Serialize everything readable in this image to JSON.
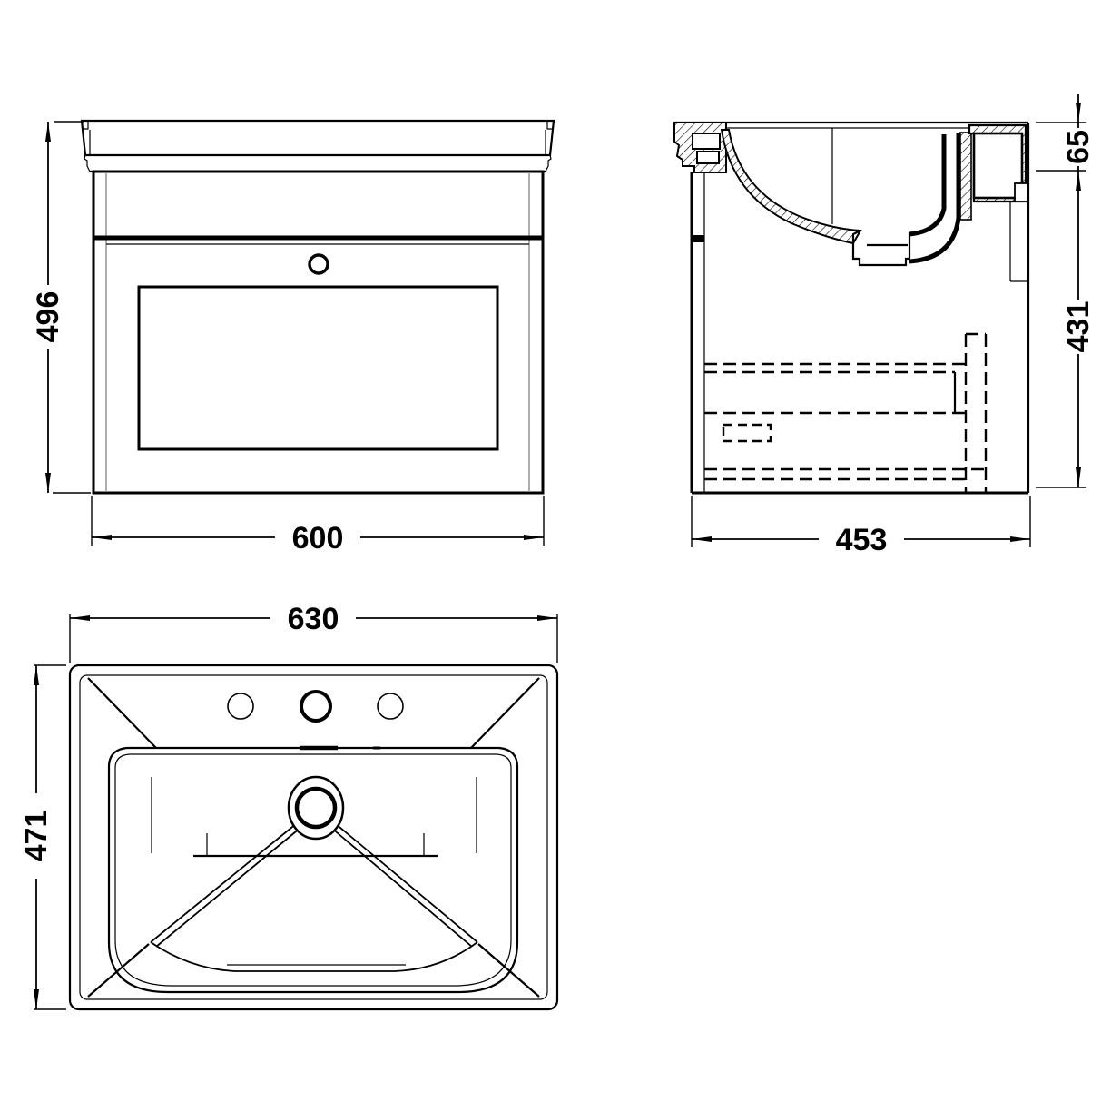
{
  "colors": {
    "line": "#000000",
    "frame_gray": "#9a9a9a",
    "background": "#ffffff"
  },
  "front_view": {
    "height": "496",
    "width": "600"
  },
  "side_view": {
    "rim_height": "65",
    "body_height": "431",
    "depth": "453"
  },
  "plan_view": {
    "width": "630",
    "depth": "471"
  }
}
